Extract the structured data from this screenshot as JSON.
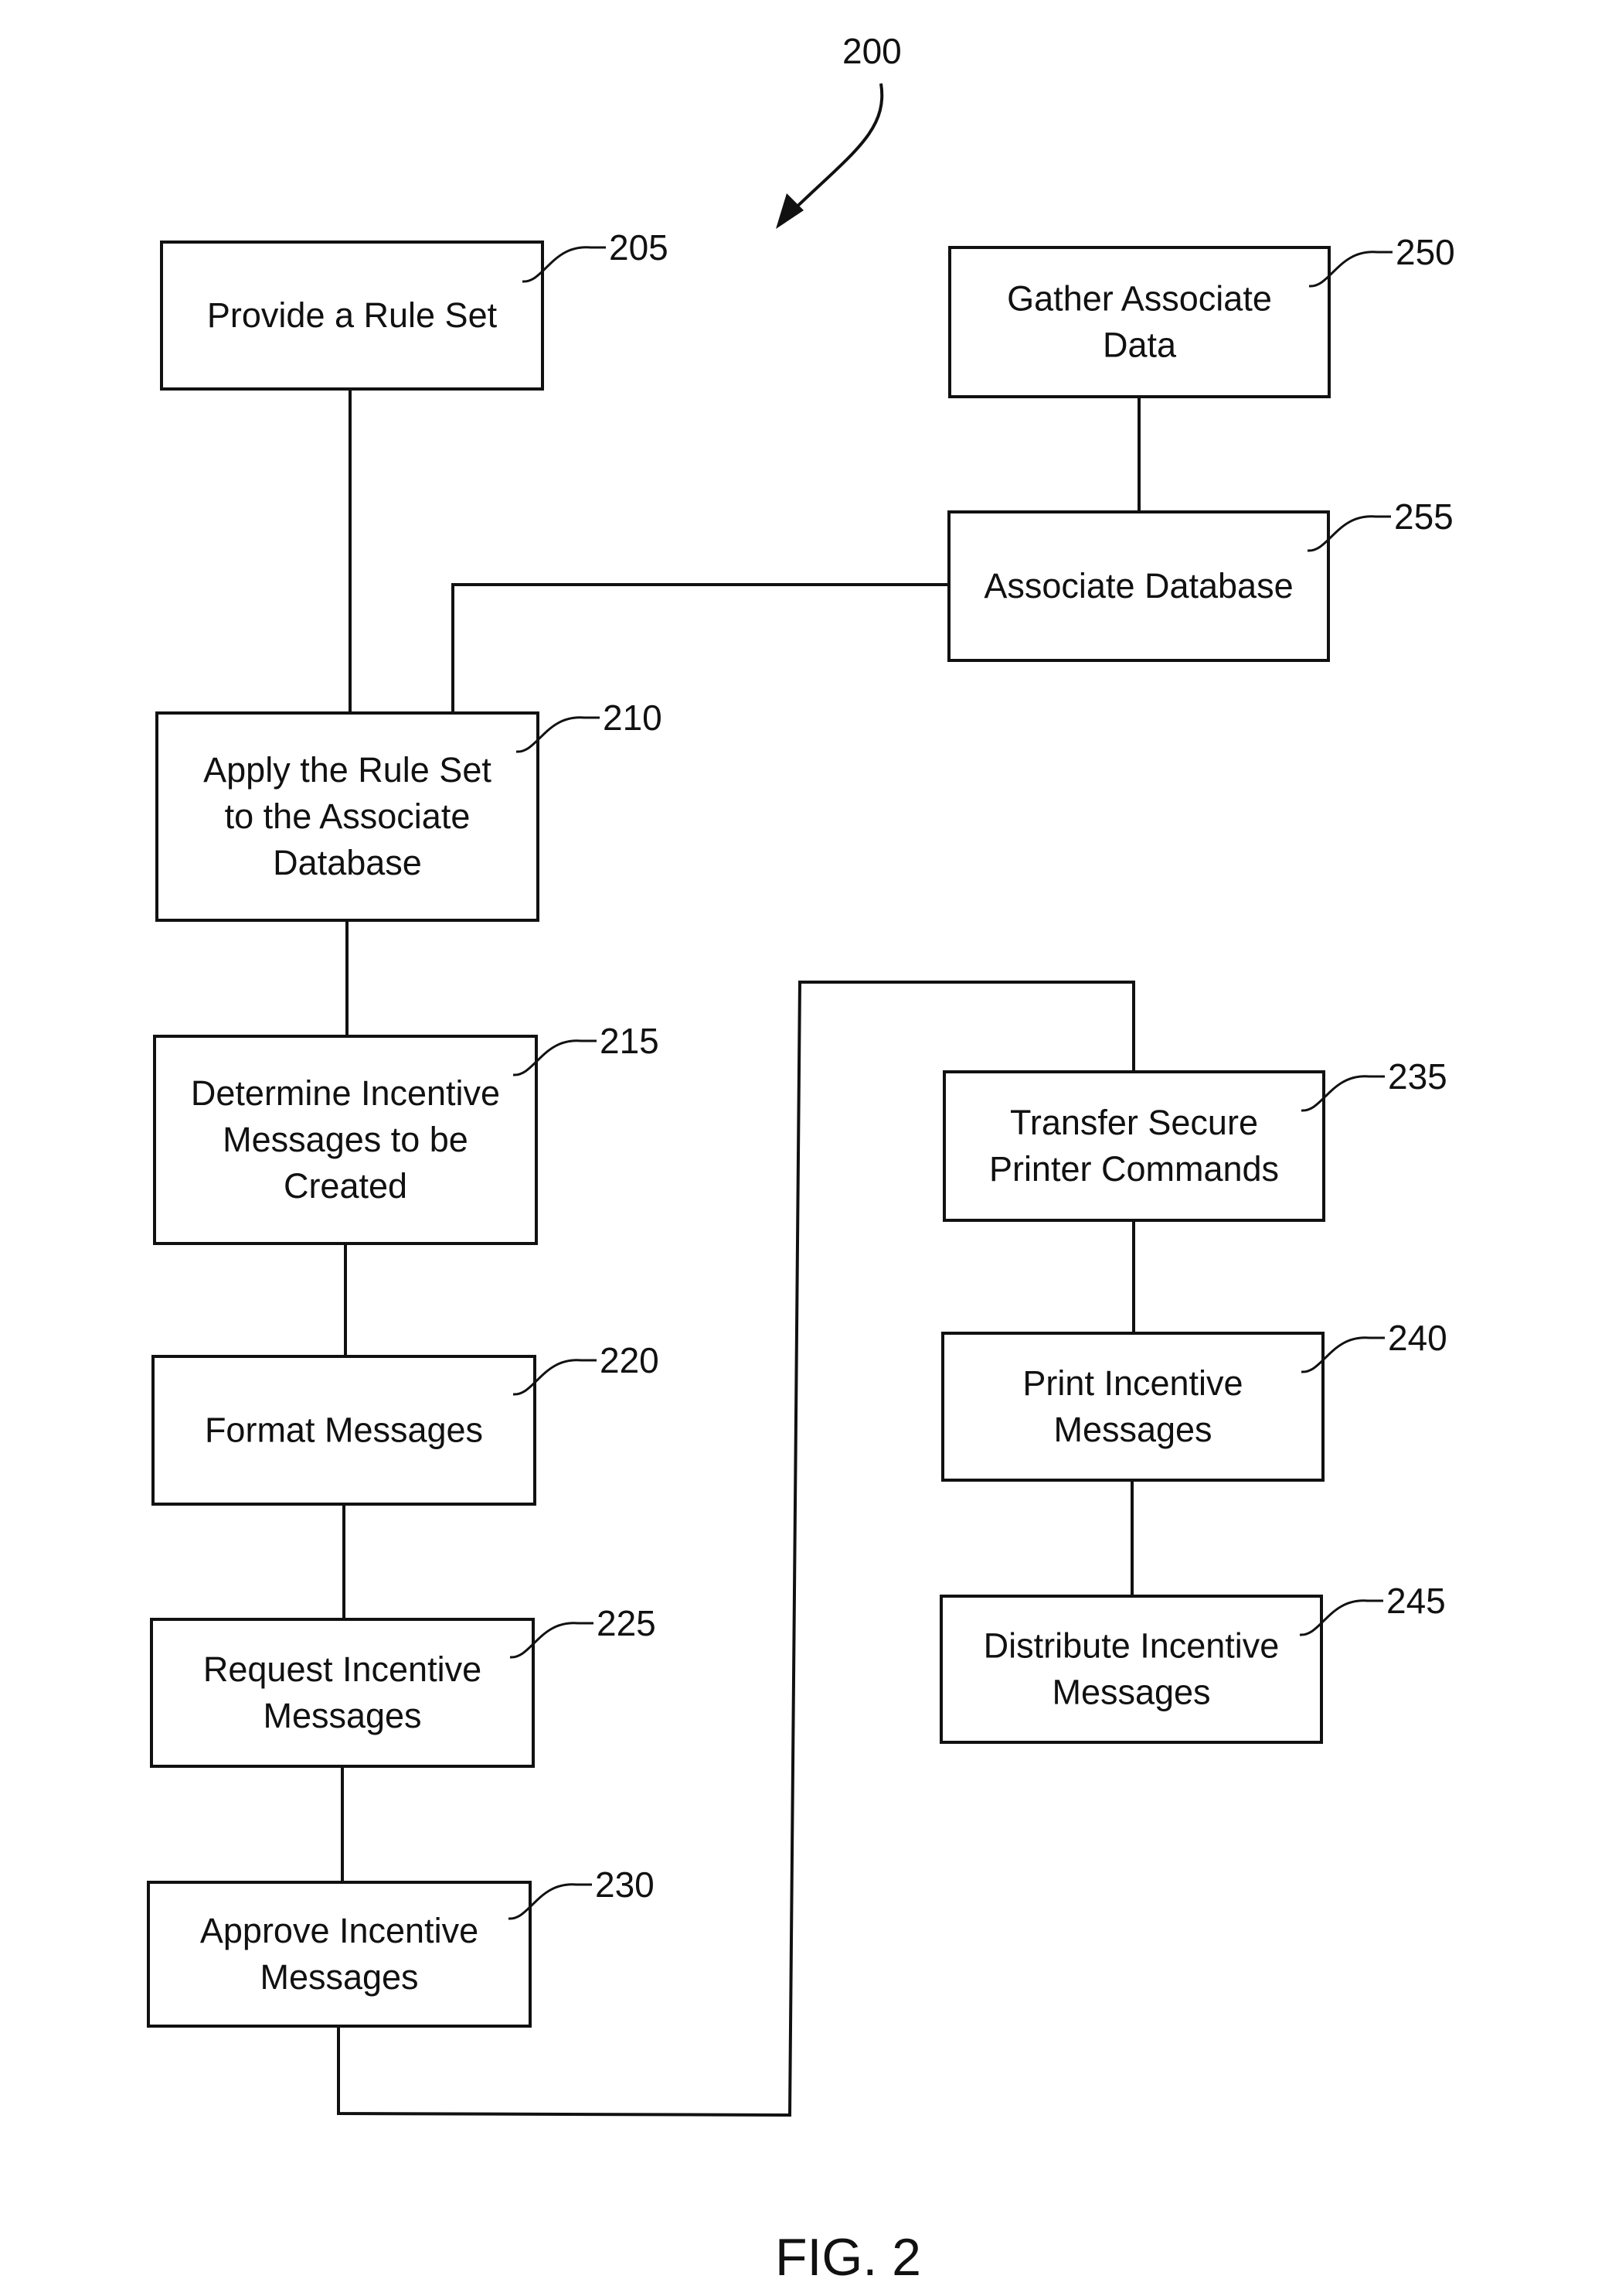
{
  "figure": {
    "ref": "200",
    "caption": "FIG. 2"
  },
  "boxes": {
    "b205": {
      "ref": "205",
      "lines": [
        "Provide a Rule Set"
      ]
    },
    "b210": {
      "ref": "210",
      "lines": [
        "Apply the Rule Set",
        "to the Associate",
        "Database"
      ]
    },
    "b215": {
      "ref": "215",
      "lines": [
        "Determine Incentive",
        "Messages to be",
        "Created"
      ]
    },
    "b220": {
      "ref": "220",
      "lines": [
        "Format Messages"
      ]
    },
    "b225": {
      "ref": "225",
      "lines": [
        "Request Incentive",
        "Messages"
      ]
    },
    "b230": {
      "ref": "230",
      "lines": [
        "Approve Incentive",
        "Messages"
      ]
    },
    "b235": {
      "ref": "235",
      "lines": [
        "Transfer Secure",
        "Printer Commands"
      ]
    },
    "b240": {
      "ref": "240",
      "lines": [
        "Print Incentive",
        "Messages"
      ]
    },
    "b245": {
      "ref": "245",
      "lines": [
        "Distribute Incentive",
        "Messages"
      ]
    },
    "b250": {
      "ref": "250",
      "lines": [
        "Gather Associate",
        "Data"
      ]
    },
    "b255": {
      "ref": "255",
      "lines": [
        "Associate Database"
      ]
    }
  }
}
